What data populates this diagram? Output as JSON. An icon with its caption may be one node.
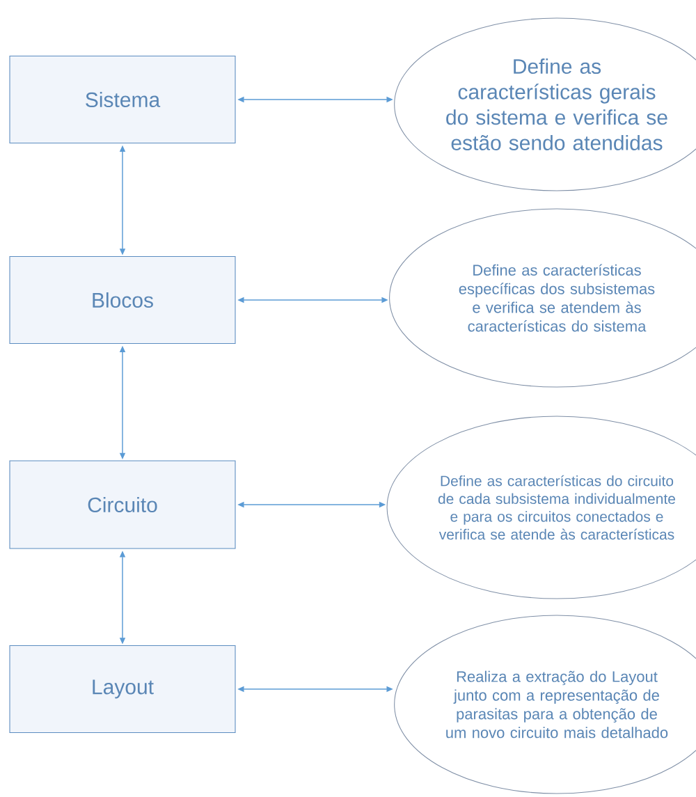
{
  "diagram": {
    "nodes": [
      {
        "text": [
          "Sistema"
        ]
      },
      {
        "text": [
          "Define as características gerais do sistema e verifica se estão sendo atendidas"
        ]
      },
      {
        "text": [
          "Blocos"
        ]
      },
      {
        "text": [
          "Define as características específicas dos subsistemas e verifica se atendem às características do sistema"
        ]
      },
      {
        "text": [
          "Circuito"
        ]
      },
      {
        "text": [
          "Define as características do circuito de cada subsistema individualmente e para os circuitos conectados e verifica se atende às características"
        ]
      },
      {
        "text": [
          "Layout"
        ]
      },
      {
        "text": [
          "Realiza a extração do Layout junto com a representação de parasitas para a obtenção de um novo circuito mais detalhado"
        ]
      }
    ],
    "edges": [
      {
        "from": 0,
        "to": 1,
        "arrow": "both"
      },
      {
        "from": 2,
        "to": 3,
        "arrow": "both"
      },
      {
        "from": 4,
        "to": 5,
        "arrow": "both"
      },
      {
        "from": 6,
        "to": 7,
        "arrow": "both"
      },
      {
        "from": 0,
        "to": 2,
        "arrow": "both"
      },
      {
        "from": 2,
        "to": 4,
        "arrow": "both"
      },
      {
        "from": 4,
        "to": 6,
        "arrow": "both"
      }
    ]
  }
}
